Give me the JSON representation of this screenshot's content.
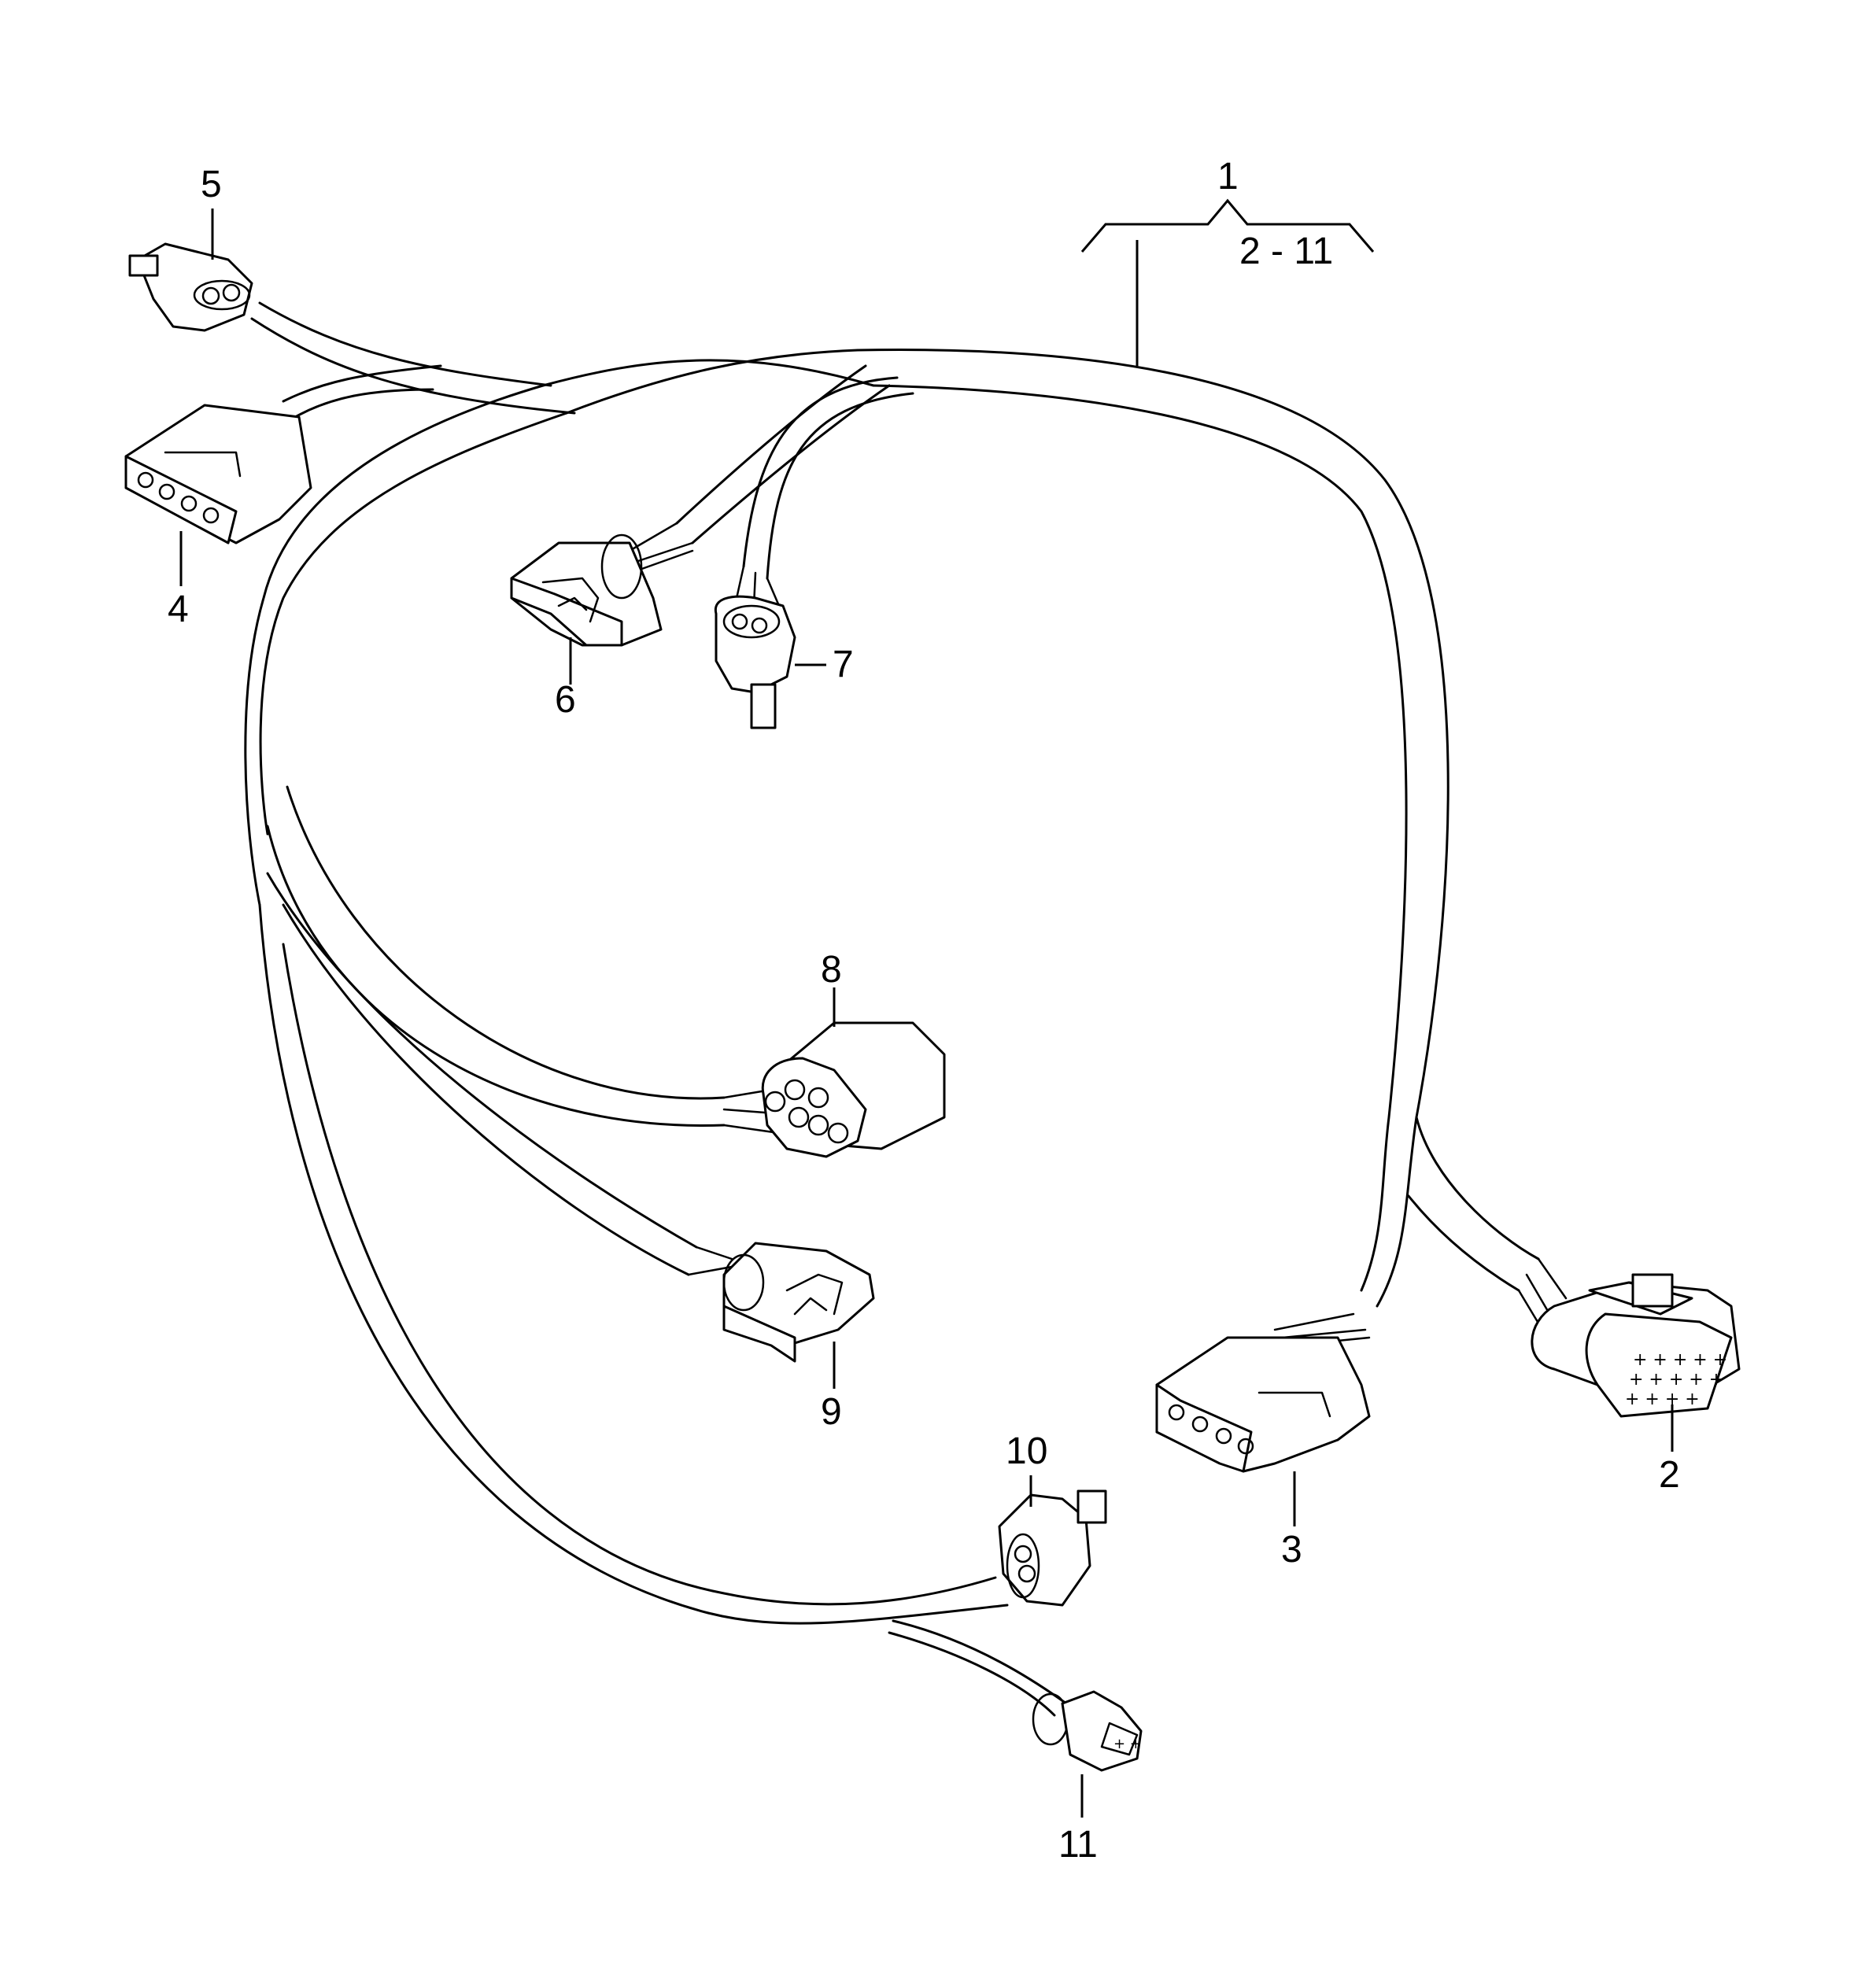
{
  "callouts": {
    "c1": "1",
    "range": "2 - 11",
    "c2": "2",
    "c3": "3",
    "c4": "4",
    "c5": "5",
    "c6": "6",
    "c7": "7",
    "c8": "8",
    "c9": "9",
    "c10": "10",
    "c11": "11"
  }
}
